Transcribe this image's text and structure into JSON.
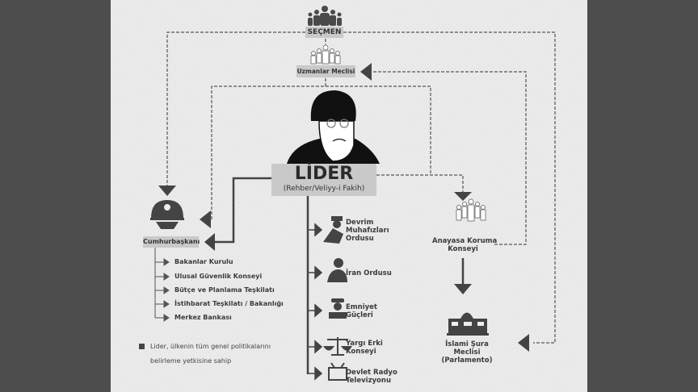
{
  "top": {
    "voters": "SEÇMEN",
    "experts": "Uzmanlar Meclisi"
  },
  "leader": {
    "title": "LİDER",
    "subtitle": "(Rehber/Veliyy-i Fakih)"
  },
  "president": {
    "label": "Cumhurbaşkanı",
    "items": [
      "Bakanlar Kurulu",
      "Ulusal Güvenlik Konseyi",
      "Bütçe ve Planlama Teşkilatı",
      "İstihbarat Teşkilatı / Bakanlığı",
      "Merkez Bankası"
    ]
  },
  "leader_branches": [
    {
      "label": "Devrim\nMuhafızları\nOrdusu",
      "icon": "soldier-icon"
    },
    {
      "label": "İran Ordusu",
      "icon": "army-officer-icon"
    },
    {
      "label": "Emniyet\nGüçleri",
      "icon": "police-icon"
    },
    {
      "label": "Yargı Erki\nKonseyi",
      "icon": "scales-icon"
    },
    {
      "label": "Devlet Radyo\nTelevizyonu",
      "icon": "tv-icon"
    }
  ],
  "right": {
    "guardian": "Anayasa Koruma\nKonseyi",
    "parliament": "İslami Şura\nMeclisi\n(Parlamento)"
  },
  "note": "Lider, ülkenin tüm genel politikalarını belirleme yetkisine sahip",
  "colors": {
    "side": "#4d4d4d",
    "panel": "#ececec",
    "box": "#c9c9c9",
    "ink": "#3a3a3a"
  }
}
